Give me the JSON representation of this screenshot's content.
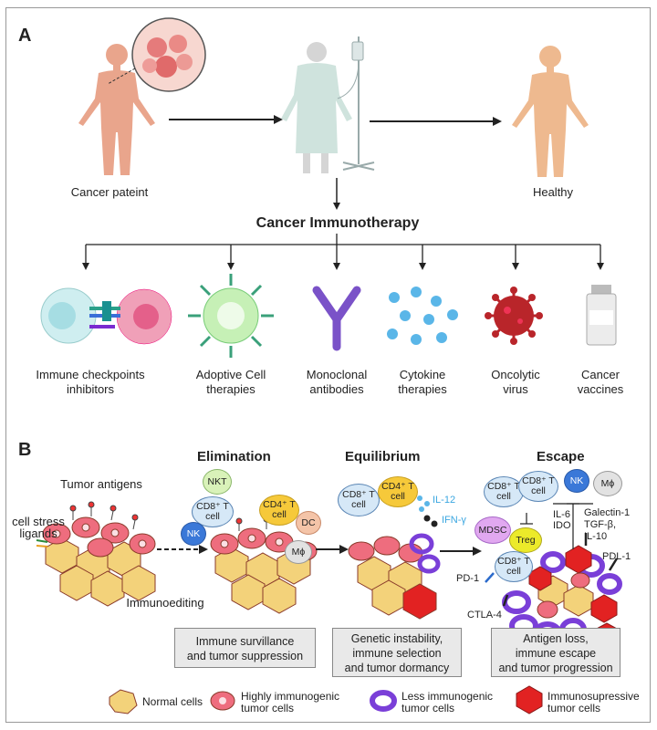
{
  "panel_a": {
    "label": "A",
    "patient_label": "Cancer pateint",
    "healthy_label": "Healthy",
    "center_title": "Cancer Immunotherapy",
    "therapies": [
      {
        "line1": "Immune checkpoints",
        "line2": "inhibitors"
      },
      {
        "line1": "Adoptive Cell",
        "line2": "therapies"
      },
      {
        "line1": "Monoclonal",
        "line2": "antibodies"
      },
      {
        "line1": "Cytokine",
        "line2": "therapies"
      },
      {
        "line1": "Oncolytic",
        "line2": "virus"
      },
      {
        "line1": "Cancer",
        "line2": "vaccines"
      }
    ]
  },
  "panel_b": {
    "label": "B",
    "tumor_antigens": "Tumor antigens",
    "cell_stress": "cell stress ligands",
    "immunoediting": "Immunoediting",
    "elimination": {
      "title": "Elimination",
      "cells": {
        "nkt": "NKT",
        "cd8": "CD8⁺ T cell",
        "nk": "NK",
        "cd4": "CD4⁺ T cell",
        "dc": "DC",
        "mphi": "Mϕ"
      },
      "box_line1": "Immune survillance",
      "box_line2": "and tumor suppression"
    },
    "equilibrium": {
      "title": "Equilibrium",
      "cells": {
        "cd8": "CD8⁺ T cell",
        "cd4": "CD4⁺ T cell"
      },
      "il12": "IL-12",
      "ifng": "IFN-γ",
      "box_line1": "Genetic instability,",
      "box_line2": "immune selection",
      "box_line3": "and tumor dormancy"
    },
    "escape": {
      "title": "Escape",
      "cells": {
        "cd8a": "CD8⁺ T cell",
        "cd8b": "CD8⁺ T cell",
        "nk": "NK",
        "mphi": "Mϕ",
        "mdsc": "MDSC",
        "treg": "Treg",
        "cd8c": "CD8⁺ T cell"
      },
      "il6": "IL-6",
      "ido": "IDO",
      "galectin": "Galectin-1",
      "tgfb": "TGF-β,",
      "il10": "IL-10",
      "pdl1": "PDL-1",
      "pd1": "PD-1",
      "ctla4": "CTLA-4",
      "box_line1": "Antigen loss,",
      "box_line2": "immune escape",
      "box_line3": "and tumor progression"
    },
    "legend": {
      "normal": "Normal cells",
      "high_1": "Highly immunogenic",
      "high_2": "tumor cells",
      "less_1": "Less immunogenic",
      "less_2": "tumor cells",
      "supp_1": "Immunosupressive",
      "supp_2": "tumor cells"
    }
  },
  "colors": {
    "skin": "#e9a58c",
    "skin_healthy": "#eeb98f",
    "gown": "#cfe3dd",
    "normal_cell": "#f3d27a",
    "tumor_cell": "#ee6d7e",
    "less_cell": "#7a3fd8",
    "supp_cell": "#e22222"
  }
}
